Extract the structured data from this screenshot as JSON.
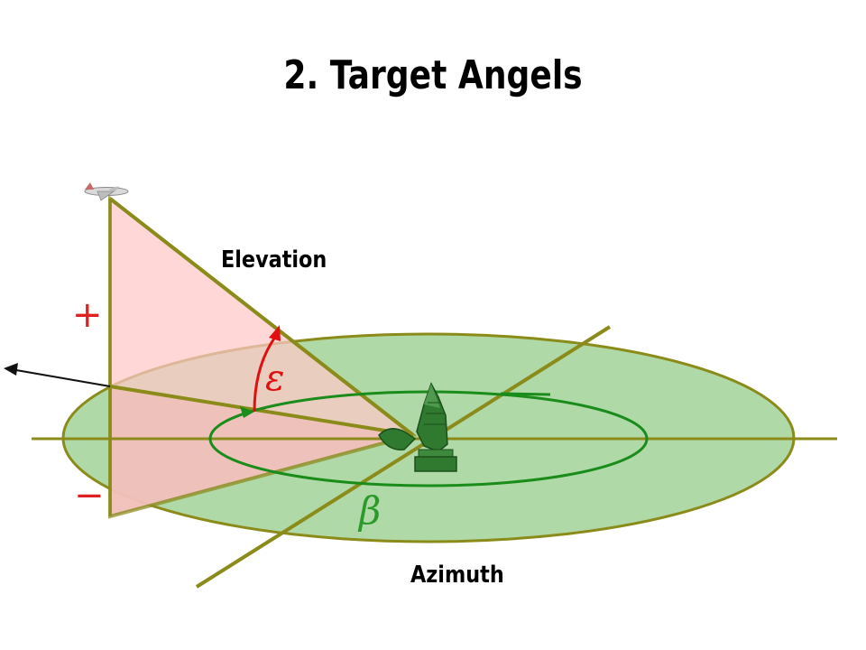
{
  "title": "2. Target Angels",
  "labels": {
    "elevation": "Elevation",
    "azimuth": "Azimuth",
    "epsilon": "ε",
    "beta": "β",
    "plus": "+",
    "minus": "−"
  },
  "colors": {
    "elevation_fill": "#ffd2d2",
    "azimuth_fill": "#b0d9a8",
    "outline": "#8b8b1a",
    "elevation_arc": "#e01010",
    "azimuth_arc": "#1a8c1a",
    "sign_color": "#e02020",
    "beta_color": "#2a9a2a",
    "antenna": "#2f7a2f"
  },
  "icons": {
    "target": "airplane-icon",
    "radar": "radar-antenna-icon"
  }
}
